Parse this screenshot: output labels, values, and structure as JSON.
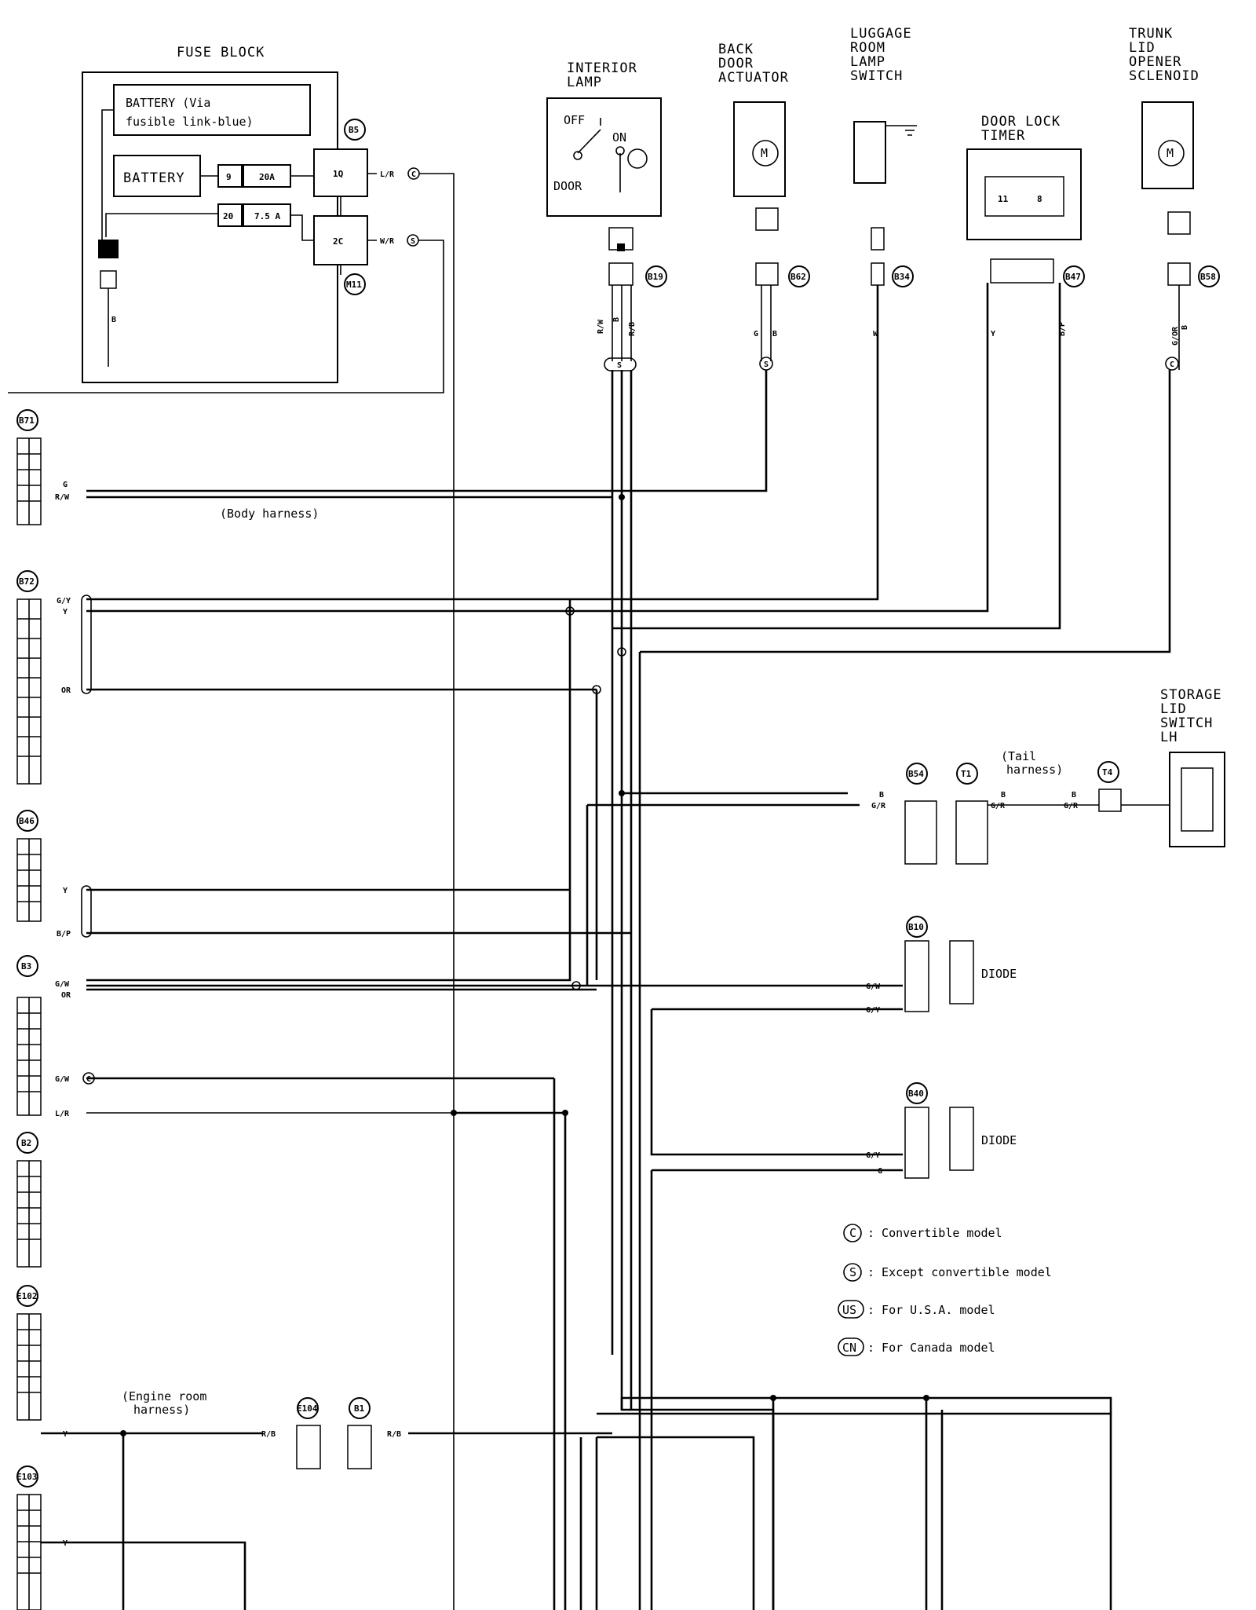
{
  "components": {
    "fuse_block": "FUSE BLOCK",
    "battery_via_1": "BATTERY (Via",
    "battery_via_2": "fusible link-blue)",
    "battery": "BATTERY",
    "fuse_9": "9",
    "fuse_9_amp": "20A",
    "fuse_20": "20",
    "fuse_20_amp": "7.5 A",
    "term_1q": "1Q",
    "term_2c": "2C",
    "interior_lamp_1": "INTERIOR",
    "interior_lamp_2": "LAMP",
    "lamp_off": "OFF",
    "lamp_on": "ON",
    "lamp_door": "DOOR",
    "back_door_1": "BACK",
    "back_door_2": "DOOR",
    "back_door_3": "ACTUATOR",
    "luggage_1": "LUGGAGE",
    "luggage_2": "ROOM",
    "luggage_3": "LAMP",
    "luggage_4": "SWITCH",
    "timer_1": "DOOR LOCK",
    "timer_2": "TIMER",
    "timer_pin_11": "11",
    "timer_pin_8": "8",
    "trunk_1": "TRUNK",
    "trunk_2": "LID",
    "trunk_3": "OPENER",
    "trunk_4": "SCLENOID",
    "storage_1": "STORAGE",
    "storage_2": "LID",
    "storage_3": "SWITCH",
    "storage_4": "LH",
    "diode_b10": "DIODE",
    "diode_b40": "DIODE"
  },
  "connectors": {
    "b5": "B5",
    "m11": "M11",
    "b19": "B19",
    "b62": "B62",
    "b34": "B34",
    "b47": "B47",
    "b58": "B58",
    "b71": "B71",
    "b72": "B72",
    "b46": "B46",
    "b3": "B3",
    "b2": "B2",
    "e102": "E102",
    "e103": "E103",
    "b54": "B54",
    "t1": "T1",
    "t4": "T4",
    "b10": "B10",
    "b40": "B40",
    "e104": "E104",
    "b1": "B1"
  },
  "wires": {
    "lr": "L/R",
    "wr": "W/R",
    "b": "B",
    "rw": "R/W",
    "rb": "R/B",
    "g": "G",
    "w": "W",
    "y": "Y",
    "bp": "B/P",
    "gor": "G/OR",
    "gy": "G/Y",
    "or": "OR",
    "gr": "G/R",
    "gw": "G/W"
  },
  "markers": {
    "c": "C",
    "s": "S"
  },
  "harness": {
    "body": "(Body harness)",
    "tail_1": "(Tail",
    "tail_2": "harness)",
    "engine_1": "(Engine room",
    "engine_2": "harness)"
  },
  "legend": [
    {
      "code": "C",
      "text": ": Convertible model"
    },
    {
      "code": "S",
      "text": ": Except convertible model"
    },
    {
      "code": "US",
      "text": ": For U.S.A. model"
    },
    {
      "code": "CN",
      "text": ": For Canada model"
    }
  ]
}
